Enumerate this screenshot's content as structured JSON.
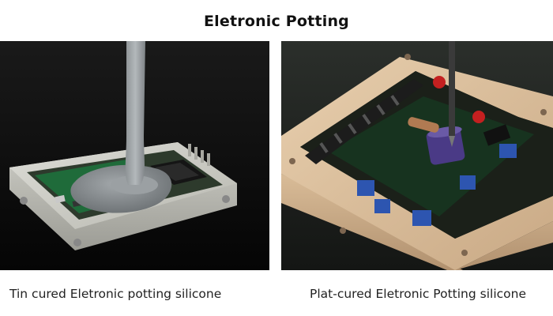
{
  "title": "Eletronic Potting",
  "panels": [
    {
      "caption": "Tin cured Eletronic potting silicone",
      "scene": "grey silicone poured into white plastic enclosure over circuit board"
    },
    {
      "caption": "Plat-cured Eletronic Potting silicone",
      "scene": "tan enclosure with green circuit board, terminal block, blue trimmers and capacitors"
    }
  ]
}
